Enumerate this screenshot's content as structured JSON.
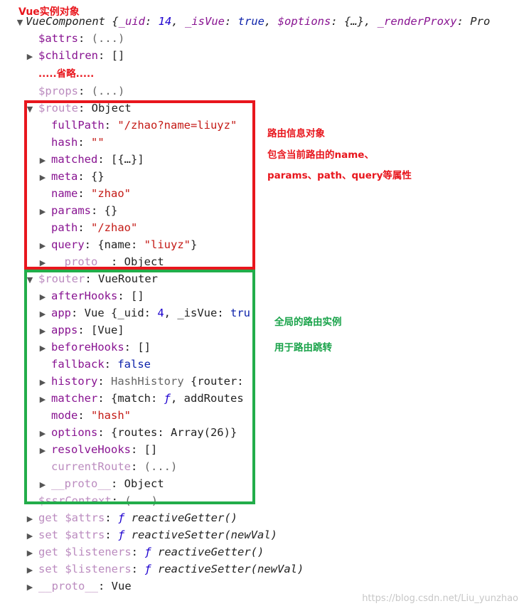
{
  "annotations": {
    "title": "Vue实例对象",
    "omitted": ".....省略.....",
    "route_note_1": "路由信息对象",
    "route_note_2": "包含当前路由的name、",
    "route_note_3": "params、path、query等属性",
    "router_note_1": "全局的路由实例",
    "router_note_2": "用于路由跳转"
  },
  "root": {
    "caret": "▼",
    "value": "VueComponent {_uid: 14, _isVue: true, $options: {…}, _renderProxy: Pro"
  },
  "rows": {
    "attrs": {
      "key": "$attrs",
      "value": "(...)"
    },
    "children": {
      "key": "$children",
      "value": "[]"
    },
    "props": {
      "key": "$props",
      "value": "(...)"
    },
    "route": {
      "key": "$route",
      "value": "Object"
    },
    "fullPath": {
      "key": "fullPath",
      "value": "\"/zhao?name=liuyz\""
    },
    "hash": {
      "key": "hash",
      "value": "\"\""
    },
    "matched": {
      "key": "matched",
      "value": "[{…}]"
    },
    "meta": {
      "key": "meta",
      "value": "{}"
    },
    "name": {
      "key": "name",
      "value": "\"zhao\""
    },
    "params": {
      "key": "params",
      "value": "{}"
    },
    "path": {
      "key": "path",
      "value": "\"/zhao\""
    },
    "query": {
      "key": "query",
      "value_prefix": "{name: ",
      "value_str": "\"liuyz\"",
      "value_suffix": "}"
    },
    "route_proto": {
      "key": "__proto__",
      "value": "Object"
    },
    "router": {
      "key": "$router",
      "value": "VueRouter"
    },
    "afterHooks": {
      "key": "afterHooks",
      "value": "[]"
    },
    "app": {
      "key": "app",
      "value_prefix": "Vue {_uid: ",
      "value_num": "4",
      "value_mid": ", _isVue: ",
      "value_kw": "tru"
    },
    "apps": {
      "key": "apps",
      "value": "[Vue]"
    },
    "beforeHooks": {
      "key": "beforeHooks",
      "value": "[]"
    },
    "fallback": {
      "key": "fallback",
      "value": "false"
    },
    "history": {
      "key": "history",
      "value_type": "HashHistory",
      "value_rest": " {router: "
    },
    "matcher": {
      "key": "matcher",
      "value_prefix": "{match: ",
      "value_f": "ƒ",
      "value_rest": ", addRoutes"
    },
    "mode": {
      "key": "mode",
      "value": "\"hash\""
    },
    "options": {
      "key": "options",
      "value": "{routes: Array(26)}"
    },
    "resolveHooks": {
      "key": "resolveHooks",
      "value": "[]"
    },
    "currentRoute": {
      "key": "currentRoute",
      "value": "(...)"
    },
    "router_proto": {
      "key": "__proto__",
      "value": "Object"
    },
    "ssrContext": {
      "key": "$ssrContext",
      "value": "(...)"
    },
    "get_attrs": {
      "key": "get $attrs",
      "f": "ƒ",
      "fn": "reactiveGetter()"
    },
    "set_attrs": {
      "key": "set $attrs",
      "f": "ƒ",
      "fn": "reactiveSetter(newVal)"
    },
    "get_listeners": {
      "key": "get $listeners",
      "f": "ƒ",
      "fn": "reactiveGetter()"
    },
    "set_listeners": {
      "key": "set $listeners",
      "f": "ƒ",
      "fn": "reactiveSetter(newVal)"
    },
    "root_proto": {
      "key": "__proto__",
      "value": "Vue"
    }
  },
  "watermark": "https://blog.csdn.net/Liu_yunzhao"
}
